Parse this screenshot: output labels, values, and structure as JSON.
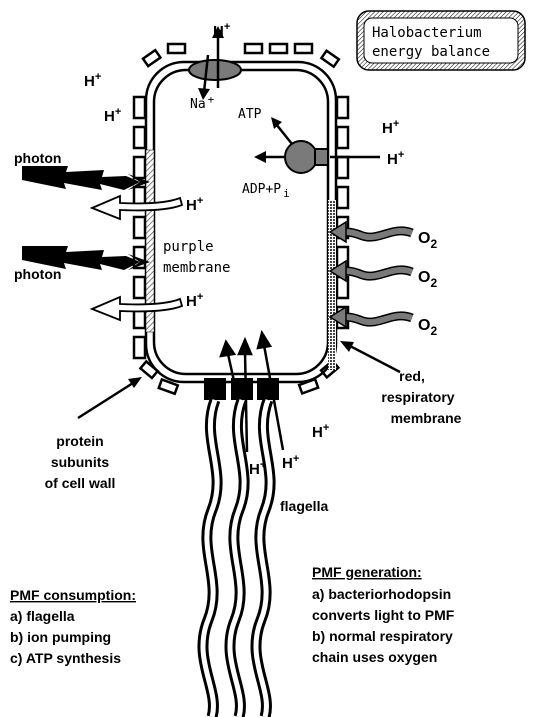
{
  "title": {
    "line1": "Halobacterium",
    "line2": "energy balance"
  },
  "ions": {
    "h": "H",
    "na": "Na",
    "plus": "+",
    "o2_o": "O",
    "o2_sub": "2"
  },
  "labels": {
    "atp": "ATP",
    "adp": "ADP+P",
    "adp_sub": "i",
    "photon": "photon",
    "purple_line1": "purple",
    "purple_line2": "membrane",
    "red_line1": "red,",
    "red_line2": "respiratory",
    "red_line3": "membrane",
    "wall_line1": "protein",
    "wall_line2": "subunits",
    "wall_line3": "of cell wall",
    "flagella": "flagella"
  },
  "consumption": {
    "heading": "PMF consumption:",
    "items": [
      "a) flagella",
      "b) ion pumping",
      "c) ATP synthesis"
    ]
  },
  "generation": {
    "heading": "PMF generation:",
    "lines": [
      "a) bacteriorhodopsin",
      "converts light to PMF",
      "b) normal respiratory",
      "chain uses oxygen"
    ]
  },
  "colors": {
    "ink": "#000000",
    "paper": "#ffffff",
    "pump_gray": "#7a7a7a",
    "purple_hatch": "#555555",
    "red_stipple": "#444444"
  }
}
